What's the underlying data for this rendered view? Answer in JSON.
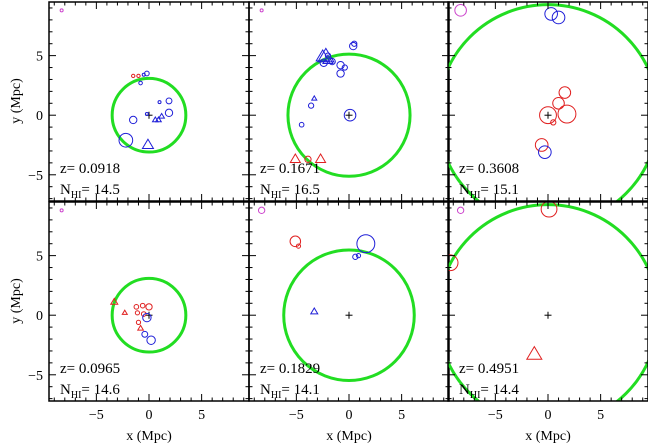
{
  "chart_data": {
    "type": "scatter",
    "layout": "2x3 panel grid",
    "xlabel": "x (Mpc)",
    "ylabel": "y (Mpc)",
    "xlim": [
      -9.5,
      9.5
    ],
    "ylim": [
      -7.2,
      9.5
    ],
    "xticks": [
      -5,
      0,
      5
    ],
    "xtick_labels": [
      "−5",
      "0",
      "5"
    ],
    "yticks": [
      -5,
      0,
      5
    ],
    "ytick_labels": [
      "−5",
      "0",
      "5"
    ],
    "colors": {
      "circle": "#22dd22",
      "blue": "#1f1fd8",
      "red": "#e02020",
      "magenta": "#cc44cc",
      "frame": "#000000"
    },
    "panels": [
      {
        "z_label": "z= 0.0918",
        "nhi_value": "= 14.5",
        "circle_radius": 3.5,
        "points": [
          {
            "x": -8.3,
            "y": 8.8,
            "r": 0.13,
            "shape": "circle",
            "color": "magenta"
          },
          {
            "x": -1.5,
            "y": 3.3,
            "r": 0.16,
            "shape": "circle",
            "color": "red"
          },
          {
            "x": -1.0,
            "y": 3.3,
            "r": 0.16,
            "shape": "circle",
            "color": "red"
          },
          {
            "x": -0.8,
            "y": 2.7,
            "r": 0.17,
            "shape": "circle",
            "color": "blue"
          },
          {
            "x": -0.5,
            "y": 3.4,
            "r": 0.14,
            "shape": "circle",
            "color": "blue"
          },
          {
            "x": -0.2,
            "y": 3.5,
            "r": 0.22,
            "shape": "circle",
            "color": "blue"
          },
          {
            "x": 1.0,
            "y": 1.1,
            "r": 0.11,
            "shape": "circle",
            "color": "blue"
          },
          {
            "x": 1.9,
            "y": 1.2,
            "r": 0.28,
            "shape": "circle",
            "color": "blue"
          },
          {
            "x": 1.9,
            "y": 0.2,
            "r": 0.35,
            "shape": "circle",
            "color": "blue"
          },
          {
            "x": -1.5,
            "y": -0.4,
            "r": 0.35,
            "shape": "circle",
            "color": "blue"
          },
          {
            "x": -2.2,
            "y": -2.1,
            "r": 0.65,
            "shape": "circle",
            "color": "blue"
          },
          {
            "x": -0.2,
            "y": 0.1,
            "r": 0.12,
            "shape": "circle",
            "color": "blue"
          },
          {
            "x": 0.6,
            "y": -0.4,
            "r": 0.28,
            "shape": "triangle",
            "color": "blue"
          },
          {
            "x": 0.9,
            "y": -0.4,
            "r": 0.28,
            "shape": "triangle",
            "color": "blue"
          },
          {
            "x": 1.2,
            "y": -0.1,
            "r": 0.28,
            "shape": "triangle",
            "color": "blue"
          },
          {
            "x": -0.1,
            "y": -2.5,
            "r": 0.55,
            "shape": "triangle",
            "color": "blue"
          }
        ]
      },
      {
        "z_label": "z= 0.1671",
        "nhi_value": "= 16.5",
        "circle_radius": 5.8,
        "points": [
          {
            "x": -8.3,
            "y": 8.8,
            "r": 0.13,
            "shape": "circle",
            "color": "magenta"
          },
          {
            "x": -2.5,
            "y": 4.9,
            "r": 0.65,
            "shape": "triangle",
            "color": "blue"
          },
          {
            "x": -2.2,
            "y": 4.9,
            "r": 0.8,
            "shape": "triangle",
            "color": "blue"
          },
          {
            "x": -2.0,
            "y": 4.6,
            "r": 0.5,
            "shape": "triangle",
            "color": "blue"
          },
          {
            "x": -2.4,
            "y": 4.4,
            "r": 0.35,
            "shape": "circle",
            "color": "blue"
          },
          {
            "x": -1.6,
            "y": 4.5,
            "r": 0.3,
            "shape": "circle",
            "color": "blue"
          },
          {
            "x": -2.0,
            "y": 5.0,
            "r": 0.25,
            "shape": "circle",
            "color": "blue"
          },
          {
            "x": -0.8,
            "y": 4.2,
            "r": 0.35,
            "shape": "circle",
            "color": "blue"
          },
          {
            "x": -0.4,
            "y": 4.0,
            "r": 0.25,
            "shape": "circle",
            "color": "blue"
          },
          {
            "x": -0.8,
            "y": 3.5,
            "r": 0.35,
            "shape": "circle",
            "color": "blue"
          },
          {
            "x": 0.4,
            "y": 5.8,
            "r": 0.35,
            "shape": "circle",
            "color": "blue"
          },
          {
            "x": 0.5,
            "y": 6.0,
            "r": 0.25,
            "shape": "circle",
            "color": "blue"
          },
          {
            "x": -3.3,
            "y": 1.4,
            "r": 0.25,
            "shape": "triangle",
            "color": "blue"
          },
          {
            "x": -3.6,
            "y": 0.8,
            "r": 0.25,
            "shape": "circle",
            "color": "blue"
          },
          {
            "x": -4.5,
            "y": -0.8,
            "r": 0.22,
            "shape": "circle",
            "color": "blue"
          },
          {
            "x": 0.1,
            "y": 0.0,
            "r": 0.55,
            "shape": "circle",
            "color": "blue"
          },
          {
            "x": -5.1,
            "y": -3.7,
            "r": 0.5,
            "shape": "triangle",
            "color": "red"
          },
          {
            "x": -3.9,
            "y": -3.7,
            "r": 0.3,
            "shape": "circle",
            "color": "red"
          },
          {
            "x": -2.7,
            "y": -3.7,
            "r": 0.5,
            "shape": "triangle",
            "color": "red"
          }
        ]
      },
      {
        "z_label": "z= 0.3608",
        "nhi_value": "= 15.1",
        "circle_radius": 10.5,
        "points": [
          {
            "x": -8.3,
            "y": 8.8,
            "r": 0.55,
            "shape": "circle",
            "color": "magenta"
          },
          {
            "x": 0.3,
            "y": 8.5,
            "r": 0.6,
            "shape": "circle",
            "color": "blue"
          },
          {
            "x": 1.0,
            "y": 8.2,
            "r": 0.6,
            "shape": "circle",
            "color": "blue"
          },
          {
            "x": 0.0,
            "y": 0.0,
            "r": 0.8,
            "shape": "circle",
            "color": "red"
          },
          {
            "x": 0.5,
            "y": -0.6,
            "r": 0.25,
            "shape": "circle",
            "color": "red"
          },
          {
            "x": 1.0,
            "y": 1.0,
            "r": 0.55,
            "shape": "circle",
            "color": "red"
          },
          {
            "x": 1.6,
            "y": 1.9,
            "r": 0.55,
            "shape": "circle",
            "color": "red"
          },
          {
            "x": 1.8,
            "y": 0.1,
            "r": 0.85,
            "shape": "circle",
            "color": "red"
          },
          {
            "x": -0.6,
            "y": -2.5,
            "r": 0.6,
            "shape": "circle",
            "color": "red"
          },
          {
            "x": -0.3,
            "y": -3.1,
            "r": 0.6,
            "shape": "circle",
            "color": "blue"
          }
        ]
      },
      {
        "z_label": "z= 0.0965",
        "nhi_value": "= 14.6",
        "circle_radius": 3.5,
        "points": [
          {
            "x": -8.3,
            "y": 8.8,
            "r": 0.13,
            "shape": "circle",
            "color": "magenta"
          },
          {
            "x": -3.3,
            "y": 1.1,
            "r": 0.35,
            "shape": "triangle",
            "color": "red"
          },
          {
            "x": -2.3,
            "y": 0.2,
            "r": 0.25,
            "shape": "triangle",
            "color": "red"
          },
          {
            "x": -1.2,
            "y": 0.7,
            "r": 0.22,
            "shape": "circle",
            "color": "red"
          },
          {
            "x": -0.6,
            "y": 0.8,
            "r": 0.22,
            "shape": "circle",
            "color": "red"
          },
          {
            "x": 0.0,
            "y": 0.7,
            "r": 0.3,
            "shape": "circle",
            "color": "red"
          },
          {
            "x": -1.1,
            "y": 0.2,
            "r": 0.2,
            "shape": "circle",
            "color": "red"
          },
          {
            "x": -0.5,
            "y": 0.1,
            "r": 0.22,
            "shape": "circle",
            "color": "red"
          },
          {
            "x": -0.2,
            "y": -0.2,
            "r": 0.4,
            "shape": "circle",
            "color": "blue"
          },
          {
            "x": -1.0,
            "y": -0.6,
            "r": 0.2,
            "shape": "circle",
            "color": "red"
          },
          {
            "x": -0.8,
            "y": -1.1,
            "r": 0.28,
            "shape": "triangle",
            "color": "red"
          },
          {
            "x": -0.4,
            "y": -1.6,
            "r": 0.28,
            "shape": "circle",
            "color": "blue"
          },
          {
            "x": 0.2,
            "y": -2.1,
            "r": 0.4,
            "shape": "circle",
            "color": "blue"
          }
        ]
      },
      {
        "z_label": "z= 0.1829",
        "nhi_value": "= 14.1",
        "circle_radius": 6.2,
        "points": [
          {
            "x": -8.3,
            "y": 8.8,
            "r": 0.3,
            "shape": "circle",
            "color": "magenta"
          },
          {
            "x": -5.1,
            "y": 6.2,
            "r": 0.5,
            "shape": "circle",
            "color": "red"
          },
          {
            "x": -4.8,
            "y": 5.8,
            "r": 0.2,
            "shape": "circle",
            "color": "red"
          },
          {
            "x": 1.6,
            "y": 6.0,
            "r": 0.85,
            "shape": "circle",
            "color": "blue"
          },
          {
            "x": 0.6,
            "y": 4.9,
            "r": 0.25,
            "shape": "circle",
            "color": "blue"
          },
          {
            "x": 0.9,
            "y": 5.0,
            "r": 0.2,
            "shape": "circle",
            "color": "blue"
          },
          {
            "x": -3.3,
            "y": 0.3,
            "r": 0.35,
            "shape": "triangle",
            "color": "blue"
          }
        ]
      },
      {
        "z_label": "z= 0.4951",
        "nhi_value": "= 14.4",
        "circle_radius": 10.5,
        "points": [
          {
            "x": -8.3,
            "y": 8.8,
            "r": 0.3,
            "shape": "circle",
            "color": "magenta"
          },
          {
            "x": -9.3,
            "y": 4.4,
            "r": 0.75,
            "shape": "circle",
            "color": "red"
          },
          {
            "x": 0.1,
            "y": 8.9,
            "r": 0.75,
            "shape": "circle",
            "color": "red"
          },
          {
            "x": -1.3,
            "y": -3.3,
            "r": 0.75,
            "shape": "triangle",
            "color": "red"
          }
        ]
      }
    ]
  }
}
